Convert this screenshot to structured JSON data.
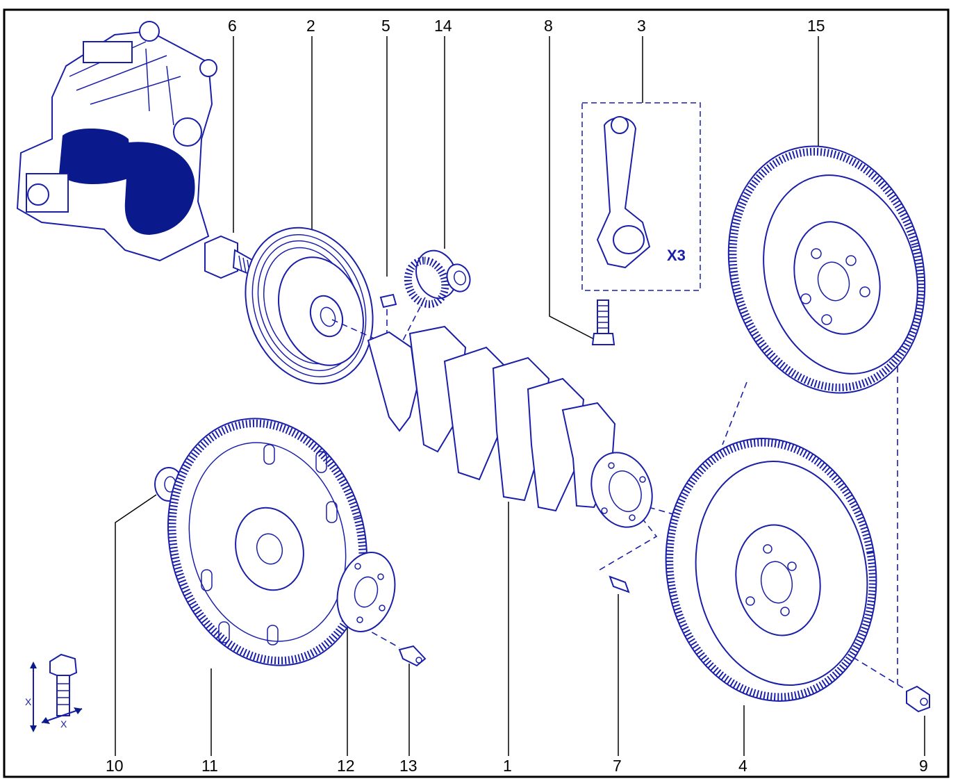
{
  "diagram": {
    "callouts": [
      "6",
      "2",
      "5",
      "14",
      "8",
      "3",
      "15",
      "10",
      "11",
      "12",
      "13",
      "1",
      "7",
      "4",
      "9"
    ],
    "conrod_quantity": "X3",
    "bolt_dimension_label": "X",
    "colors": {
      "line": "#1a1fa8",
      "fill": "#0a1a8c",
      "frame": "#000000"
    }
  }
}
